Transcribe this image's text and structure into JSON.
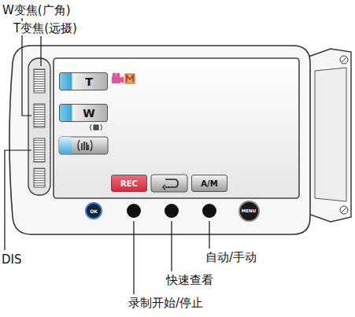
{
  "diagram": {
    "nodes": [
      {
        "text": [
          "T"
        ]
      },
      {
        "text": [
          "W"
        ]
      },
      {
        "text": [
          "REC"
        ]
      },
      {
        "text": [
          "A/M"
        ]
      },
      {
        "text": [
          "OK"
        ]
      },
      {
        "text": [
          "MENU"
        ]
      }
    ],
    "labels": [
      "W变焦(广角)",
      "T变焦(远摄)",
      "DIS",
      "自动/手动",
      "快速查看",
      "录制开始/停止"
    ]
  }
}
